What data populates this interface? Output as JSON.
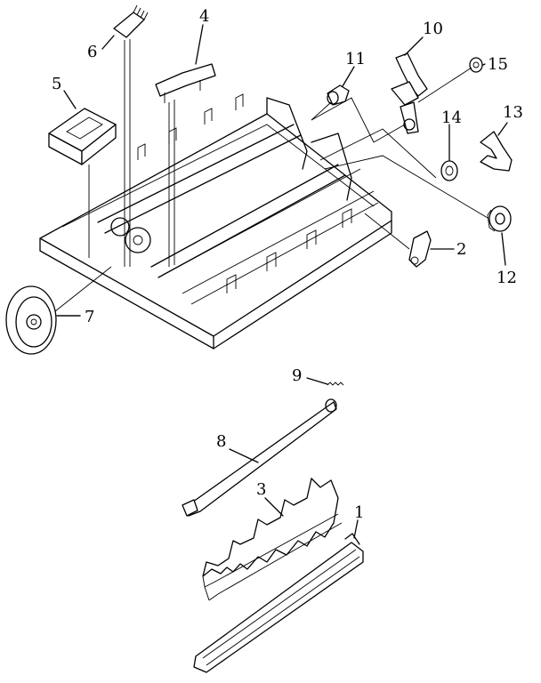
{
  "diagram": {
    "parts": [
      {
        "id": "p1",
        "label": "1"
      },
      {
        "id": "p2",
        "label": "2"
      },
      {
        "id": "p3",
        "label": "3"
      },
      {
        "id": "p4",
        "label": "4"
      },
      {
        "id": "p5",
        "label": "5"
      },
      {
        "id": "p6",
        "label": "6"
      },
      {
        "id": "p7",
        "label": "7"
      },
      {
        "id": "p8",
        "label": "8"
      },
      {
        "id": "p9",
        "label": "9"
      },
      {
        "id": "p10",
        "label": "10"
      },
      {
        "id": "p11",
        "label": "11"
      },
      {
        "id": "p12",
        "label": "12"
      },
      {
        "id": "p13",
        "label": "13"
      },
      {
        "id": "p14",
        "label": "14"
      },
      {
        "id": "p15",
        "label": "15"
      }
    ]
  }
}
